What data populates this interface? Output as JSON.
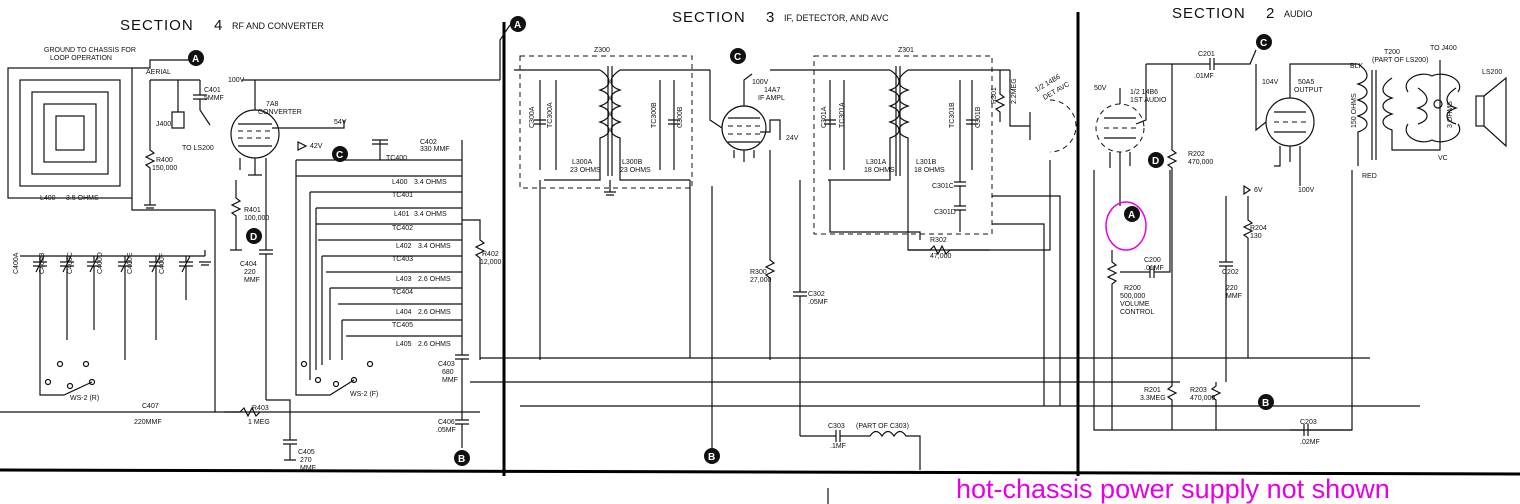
{
  "sections": [
    {
      "number": "4",
      "title": "SECTION",
      "subtitle": "RF AND CONVERTER"
    },
    {
      "number": "3",
      "title": "SECTION",
      "subtitle": "IF, DETECTOR, AND AVC"
    },
    {
      "number": "2",
      "title": "SECTION",
      "subtitle": "AUDIO"
    }
  ],
  "note": "hot-chassis power supply not shown",
  "points": {
    "a": "A",
    "b": "B",
    "c": "C",
    "d": "D"
  },
  "labels": {
    "ground_note_1": "GROUND TO CHASSIS FOR",
    "ground_note_2": "LOOP OPERATION",
    "aerial": "AERIAL",
    "loop": "L400",
    "loop_ohms": "3.5 OHMS",
    "c401": "C401",
    "c401_val": "5MMF",
    "j400": "J400",
    "to_ls200": "TO LS200",
    "r400": "R400",
    "r400_val": "150,000",
    "v100": "100V",
    "tube1": "7A8",
    "tube1_fn": "CONVERTER",
    "v54": "54V",
    "v42": "42V",
    "r401": "R401",
    "r401_val": "100,000",
    "c404": "C404",
    "c404_val": "220",
    "c404_unit": "MMF",
    "c402": "C402",
    "c402_val": "330 MMF",
    "tc400": "TC400",
    "l400": "L400",
    "l400_val": "3.4 OHMS",
    "tc401": "TC401",
    "l401": "L401",
    "l401_val": "3.4 OHMS",
    "tc402": "TC402",
    "l402": "L402",
    "l402_val": "3.4 OHMS",
    "tc403": "TC403",
    "l403": "L403",
    "l403_val": "2.6 OHMS",
    "tc404": "TC404",
    "l404": "L404",
    "l404_val": "2.6 OHMS",
    "tc405": "TC405",
    "l405": "L405",
    "l405_val": "2.6 OHMS",
    "r402": "R402",
    "r402_val": "12,000",
    "c403": "C403",
    "c403_val": "680",
    "c403_unit": "MMF",
    "ws2f": "WS-2 (F)",
    "ws2r": "WS-2 (R)",
    "c407": "C407",
    "c407_val": "220MMF",
    "r403": "R403",
    "r403_val": "1 MEG",
    "c406": "C406",
    "c406_val": ".05MF",
    "c405": "C405",
    "c405_val": "270",
    "c405_unit": "MMF",
    "c400": [
      "C400A",
      "C400B",
      "C400C",
      "C400D",
      "C400E",
      "C400F"
    ],
    "z300": "Z300",
    "tc300a": "TC300A",
    "c300a": "C300A",
    "l300a": "L300A",
    "l300a_val": "23 OHMS",
    "tc300b": "TC300B",
    "c300b": "C300B",
    "l300b": "L300B",
    "l300b_val": "23 OHMS",
    "tube2": "14A7",
    "tube2_fn": "IF AMPL",
    "v24": "24V",
    "z301": "Z301",
    "c301a": "C301A",
    "tc301a": "TC301A",
    "l301a": "L301A",
    "l301a_val": "18 OHMS",
    "tc301b": "TC301B",
    "c301b": "C301B",
    "l301b": "L301B",
    "l301b_val": "18 OHMS",
    "c301c": "C301C",
    "c301d": "C301D",
    "r301": "R301",
    "r301_val": "2.2MEG",
    "tube3": "1/2 14B6",
    "tube3_fn": "DET AVC",
    "r300": "R300",
    "r300_val": "27,000",
    "c302": "C302",
    "c302_val": ".05MF",
    "r302": "R302",
    "r302_val": "47,000",
    "c303": "C303",
    "c303_val": ".1MF",
    "c303_note": "(PART OF C303)",
    "v50": "50V",
    "tube4": "1/2 14B6",
    "tube4_fn": "1ST AUDIO",
    "c201": "C201",
    "c201_val": ".01MF",
    "v104": "104V",
    "tube5": "50A5",
    "tube5_fn": "OUTPUT",
    "t200": "T200",
    "t200_note": "(PART OF LS200)",
    "to_j400": "TO J400",
    "ls200": "LS200",
    "ohms150": "150 OHMS",
    "ohms3": "3 OHMS",
    "vc": "VC",
    "blk": "BLK",
    "red": "RED",
    "r202": "R202",
    "r202_val": "470,000",
    "v6": "6V",
    "v100b": "100V",
    "r204": "R204",
    "r204_val": "130",
    "c200": "C200",
    "c200_val": ".01MF",
    "c202": "C202",
    "c202_val": "220",
    "c202_unit": "MMF",
    "r200": "R200",
    "r200_val": "500,000",
    "r200_fn1": "VOLUME",
    "r200_fn2": "CONTROL",
    "r201": "R201",
    "r201_val": "3.3MEG",
    "r203": "R203",
    "r203_val": "470,000",
    "c203": "C203",
    "c203_val": ".02MF"
  },
  "colors": {
    "ink": "#111111",
    "annotation": "#e600e6",
    "background": "#ffffff"
  }
}
